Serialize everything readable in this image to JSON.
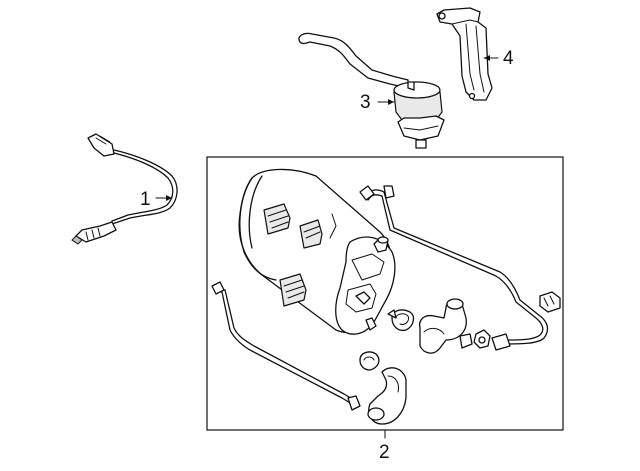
{
  "callouts": {
    "c1": "1",
    "c2": "2",
    "c3": "3",
    "c4": "4"
  },
  "parts": [
    {
      "callout": "1",
      "icon": "oxygen-sensor-icon"
    },
    {
      "callout": "2",
      "icon": "vapor-canister-assembly-icon"
    },
    {
      "callout": "3",
      "icon": "purge-valve-icon"
    },
    {
      "callout": "4",
      "icon": "mounting-bracket-icon"
    }
  ]
}
